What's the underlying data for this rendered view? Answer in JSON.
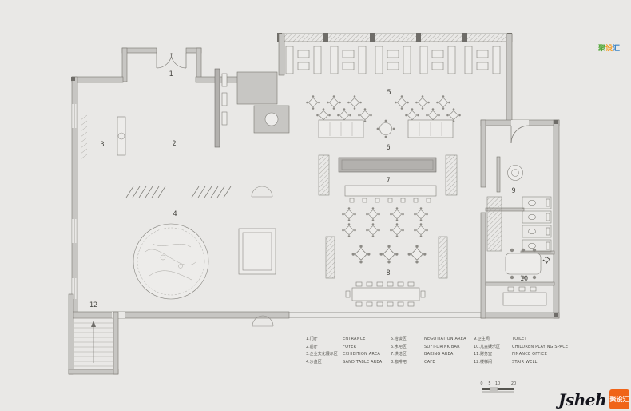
{
  "page": {
    "background": "#e9e8e6"
  },
  "watermark": {
    "char1": "聚",
    "char2": "设",
    "char3": "汇"
  },
  "plan": {
    "labels": {
      "r1": "1",
      "r2": "2",
      "r3": "3",
      "r4": "4",
      "r5": "5",
      "r6": "6",
      "r7": "7",
      "r8": "8",
      "r9": "9",
      "r10": "10",
      "r11": "11",
      "r12": "12"
    }
  },
  "legend": {
    "cols": [
      {
        "rows": [
          "1.门厅",
          "2.前厅",
          "3.企业文化展示区",
          "4.沙盘区"
        ]
      },
      {
        "rows": [
          "ENTRANCE",
          "FOYER",
          "EXHIBITION AREA",
          "SAND TABLE AREA"
        ]
      },
      {
        "rows": [
          "5.洽谈区",
          "6.水吧区",
          "7.烘焙区",
          "8.咖啡吧"
        ]
      },
      {
        "rows": [
          "NEGOTIATION AREA",
          "SOFT-DRINK BAR",
          "BAKING AREA",
          "CAFE"
        ]
      },
      {
        "rows": [
          "9.卫生间",
          "10.儿童娱乐区",
          "11.财务室",
          "12.楼梯间"
        ]
      },
      {
        "rows": [
          "TOILET",
          "CHILDREN PLAYING SPACE",
          "FINANCE OFFICE",
          "STAIR WELL"
        ]
      }
    ]
  },
  "scale": {
    "t0": "0",
    "t1": "5",
    "t2": "10",
    "t3": "20"
  },
  "logo": {
    "brand": "Jsheh",
    "badge": "聚设汇"
  },
  "colors": {
    "badge_orange": "#f06418",
    "wm_green": "#55a83c",
    "wm_orange": "#f59a1d",
    "wm_blue": "#3d86c6"
  }
}
